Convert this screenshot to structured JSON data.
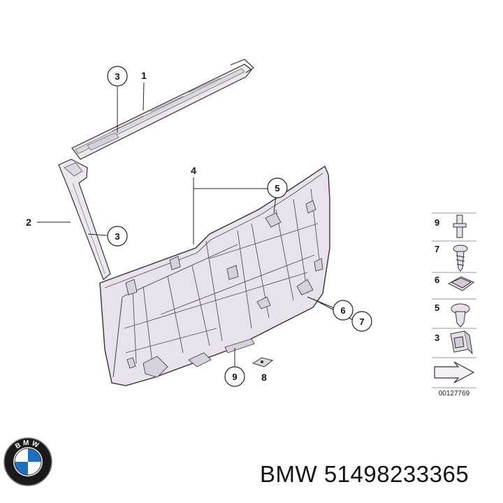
{
  "diagram": {
    "callouts": {
      "c1": "1",
      "c2": "2",
      "c3_top": "3",
      "c3_mid": "3",
      "c4": "4",
      "c5": "5",
      "c6": "6",
      "c7": "7",
      "c8": "8",
      "c9": "9"
    },
    "legend": {
      "items": [
        {
          "number": "9",
          "icon": "screw-pin-icon"
        },
        {
          "number": "7",
          "icon": "screw-icon"
        },
        {
          "number": "6",
          "icon": "clip-nut-icon"
        },
        {
          "number": "5",
          "icon": "expansion-rivet-icon"
        },
        {
          "number": "3",
          "icon": "bracket-clip-icon"
        }
      ],
      "reference": "00127769"
    }
  },
  "footer": {
    "logo": "bmw-logo",
    "part_number": "BMW 51498233365"
  }
}
